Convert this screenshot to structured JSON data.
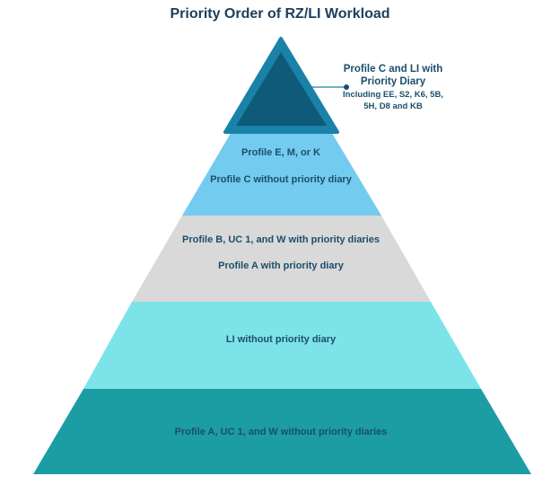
{
  "title": "Priority Order of RZ/LI Workload",
  "apex": {
    "label_line1": "Profile C and LI with",
    "label_line2": "Priority Diary",
    "detail_line1": "Including EE, S2, K6, 5B,",
    "detail_line2": "5H, D8 and KB",
    "color": "#0f5a78",
    "border_color": "#1a82a8"
  },
  "tiers": [
    {
      "lines": [
        "Profile E, M, or K",
        "Profile C without priority diary"
      ],
      "color": "#73cbef"
    },
    {
      "lines": [
        "Profile B, UC 1, and W with priority diaries",
        "Profile A with priority diary"
      ],
      "color": "#d9d9d9"
    },
    {
      "lines": [
        "LI without priority diary"
      ],
      "color": "#7ce3e8"
    },
    {
      "lines": [
        "Profile A, UC 1, and W without priority diaries"
      ],
      "color": "#1c9ca3"
    }
  ]
}
